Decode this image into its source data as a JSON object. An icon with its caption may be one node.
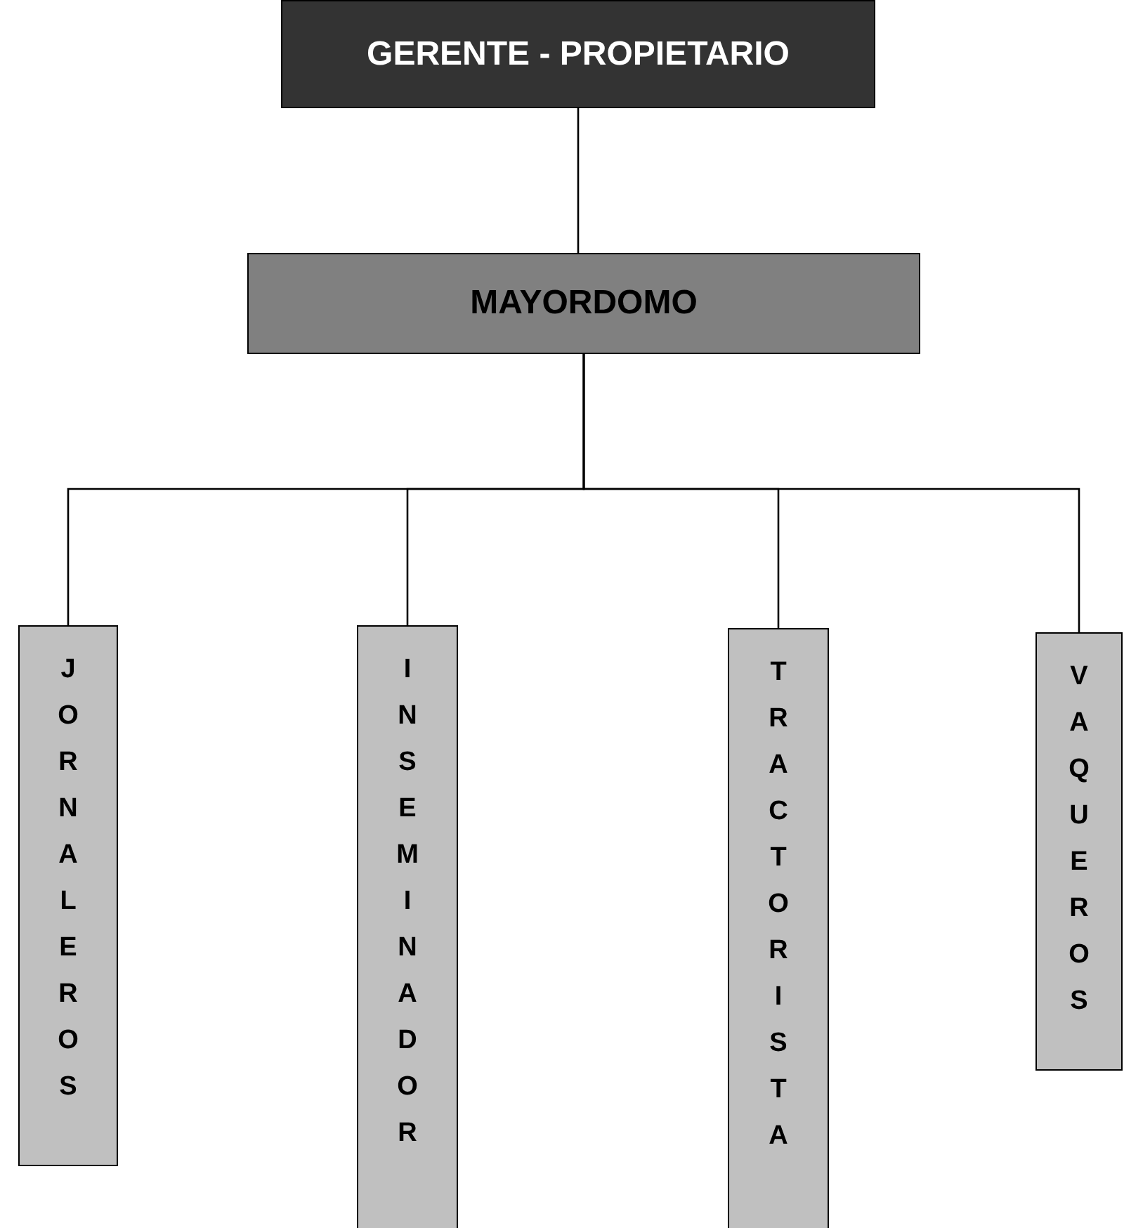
{
  "diagram": {
    "nodes": [
      {
        "text": [
          "GERENTE -  PROPIETARIO"
        ]
      },
      {
        "text": [
          "MAYORDOMO"
        ]
      },
      {
        "text": [
          "JORNALEROS"
        ]
      },
      {
        "text": [
          "INSEMINADOR"
        ]
      },
      {
        "text": [
          "TRACTORISTA"
        ]
      },
      {
        "text": [
          "VAQUEROS"
        ]
      }
    ],
    "edges": [
      {
        "from": 0,
        "to": 1,
        "arrow": "none"
      },
      {
        "from": 1,
        "to": 2,
        "arrow": "none"
      },
      {
        "from": 1,
        "to": 3,
        "arrow": "none"
      },
      {
        "from": 1,
        "to": 4,
        "arrow": "none"
      },
      {
        "from": 1,
        "to": 5,
        "arrow": "none"
      }
    ]
  }
}
